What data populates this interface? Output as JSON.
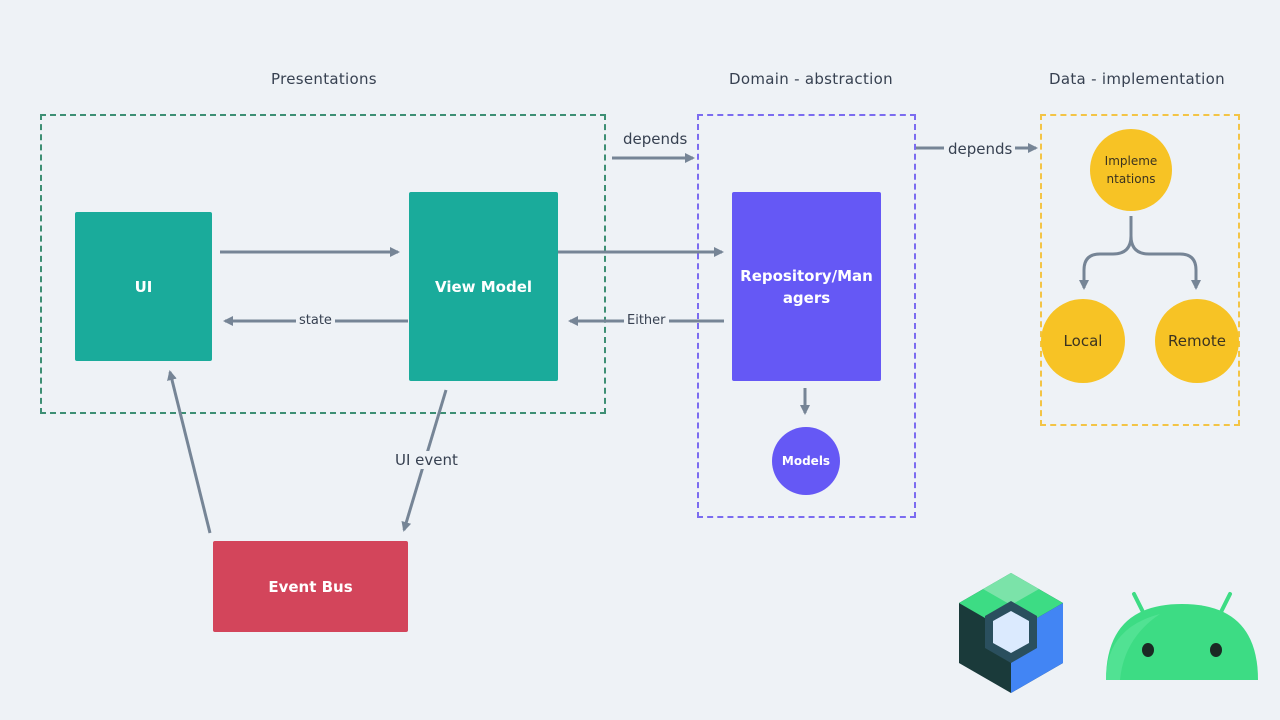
{
  "headings": {
    "presentations": "Presentations",
    "domain": "Domain - abstraction",
    "data": "Data - implementation"
  },
  "nodes": {
    "ui": "UI",
    "view_model": "View Model",
    "event_bus": "Event Bus",
    "repository_line1": "Repository/Man",
    "repository_line2": "agers",
    "models": "Models",
    "implementations_line1": "Impleme",
    "implementations_line2": "ntations",
    "local": "Local",
    "remote": "Remote"
  },
  "edges": {
    "depends_domain": "depends",
    "depends_data": "depends",
    "state": "state",
    "either": "Either",
    "ui_event": "UI event"
  },
  "colors": {
    "teal": "#1aab9b",
    "purple": "#6558f5",
    "red": "#d3455b",
    "yellow": "#f7c325",
    "arrow": "#768596",
    "green_border": "#3d8f74",
    "purple_border": "#7b6cf0",
    "yellow_border": "#f3c445"
  },
  "logos": [
    "jetpack-compose-logo",
    "android-robot-logo"
  ]
}
